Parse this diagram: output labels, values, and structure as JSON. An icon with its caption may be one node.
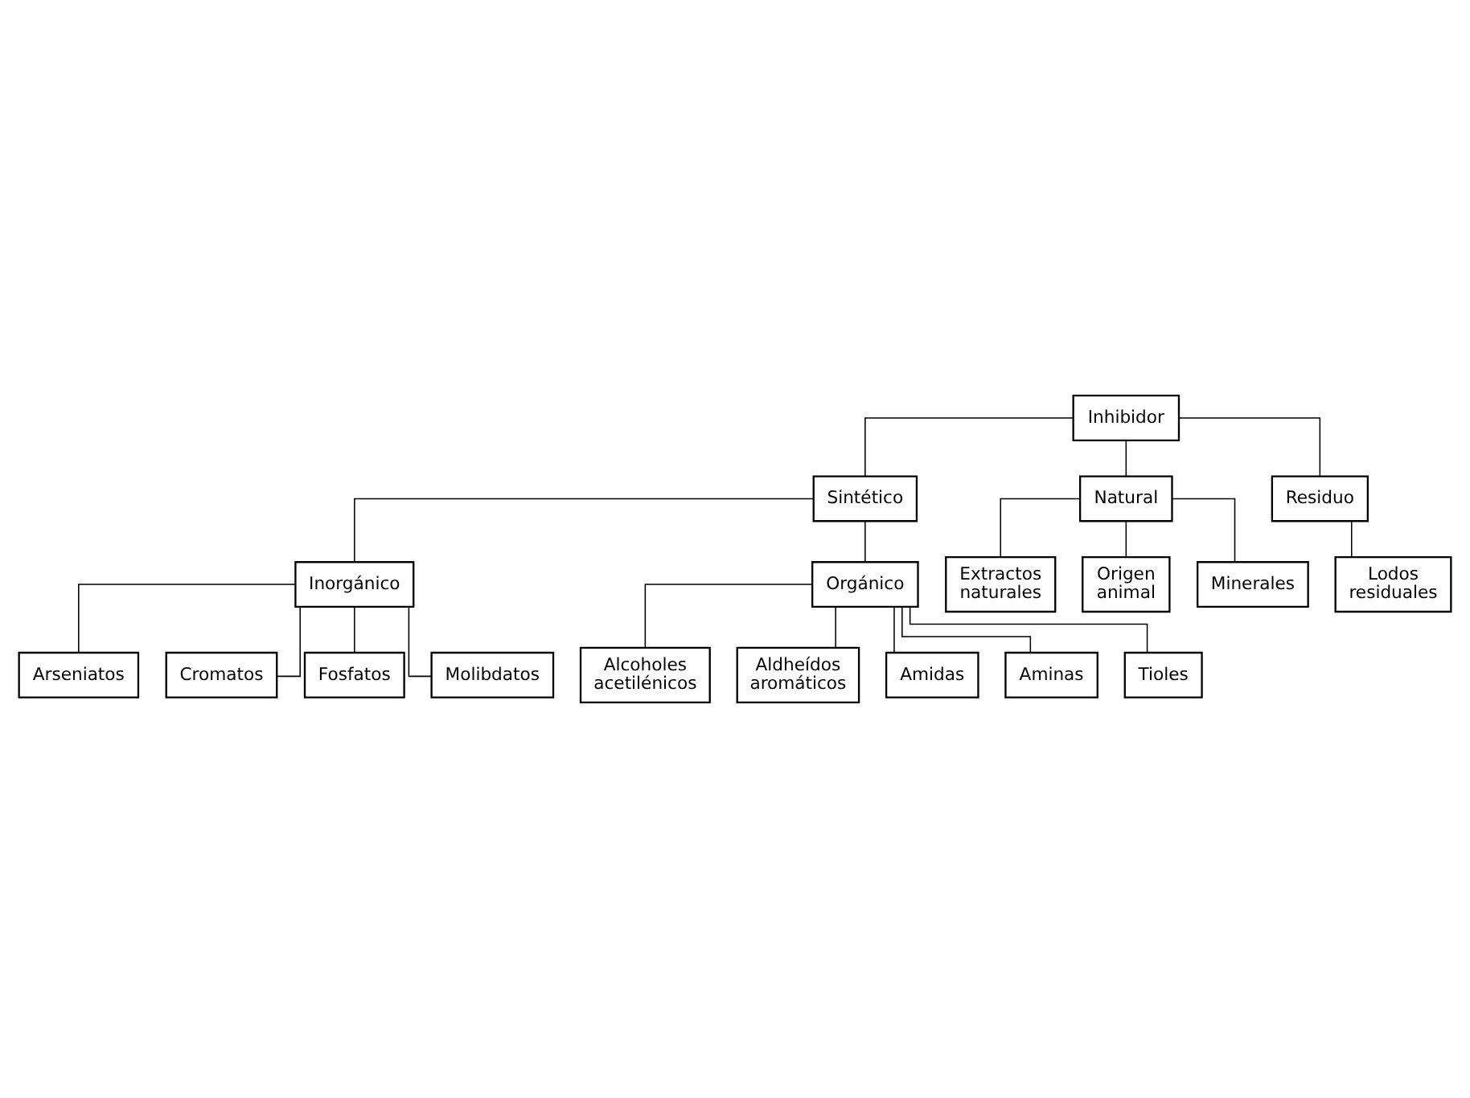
{
  "diagram": {
    "nodes": [
      {
        "text": [
          "Inhibidor"
        ]
      },
      {
        "text": [
          "Sintético"
        ]
      },
      {
        "text": [
          "Natural"
        ]
      },
      {
        "text": [
          "Residuo"
        ]
      },
      {
        "text": [
          "Inorgánico"
        ]
      },
      {
        "text": [
          "Orgánico"
        ]
      },
      {
        "text": [
          "Extractos naturales"
        ]
      },
      {
        "text": [
          "Lodos residuales"
        ]
      },
      {
        "text": [
          "Alcoholes acetilénicos"
        ]
      },
      {
        "text": [
          "Aldheídos aromáticos"
        ]
      },
      {
        "text": [
          "Origen animal"
        ]
      },
      {
        "text": [
          "Arseniatos"
        ]
      },
      {
        "text": [
          "Amidas"
        ]
      },
      {
        "text": [
          "Aminas"
        ]
      },
      {
        "text": [
          "Minerales"
        ]
      },
      {
        "text": [
          "Cromatos"
        ]
      },
      {
        "text": [
          "Tioles"
        ]
      },
      {
        "text": [
          "Fosfatos"
        ]
      },
      {
        "text": [
          "Molibdatos"
        ]
      }
    ],
    "edges": [
      {
        "from": 0,
        "to": 1,
        "arrow": "none"
      },
      {
        "from": 0,
        "to": 2,
        "arrow": "none"
      },
      {
        "from": 0,
        "to": 3,
        "arrow": "none"
      },
      {
        "from": 1,
        "to": 4,
        "arrow": "none"
      },
      {
        "from": 1,
        "to": 5,
        "arrow": "none"
      },
      {
        "from": 2,
        "to": 6,
        "arrow": "none"
      },
      {
        "from": 2,
        "to": 10,
        "arrow": "none"
      },
      {
        "from": 2,
        "to": 14,
        "arrow": "none"
      },
      {
        "from": 3,
        "to": 7,
        "arrow": "none"
      },
      {
        "from": 4,
        "to": 11,
        "arrow": "none"
      },
      {
        "from": 4,
        "to": 15,
        "arrow": "none"
      },
      {
        "from": 4,
        "to": 17,
        "arrow": "none"
      },
      {
        "from": 4,
        "to": 18,
        "arrow": "none"
      },
      {
        "from": 5,
        "to": 8,
        "arrow": "none"
      },
      {
        "from": 5,
        "to": 9,
        "arrow": "none"
      },
      {
        "from": 5,
        "to": 12,
        "arrow": "none"
      },
      {
        "from": 5,
        "to": 13,
        "arrow": "none"
      },
      {
        "from": 5,
        "to": 16,
        "arrow": "none"
      }
    ]
  }
}
